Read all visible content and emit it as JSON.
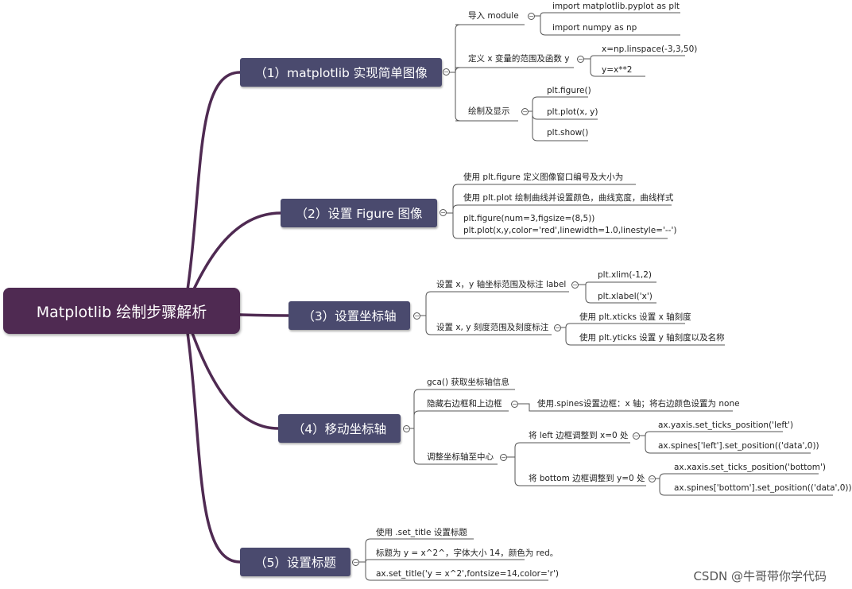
{
  "root": "Matplotlib 绘制步骤解析",
  "branches": [
    {
      "label": "（1）matplotlib 实现简单图像",
      "items": [
        {
          "label": "导入 module",
          "children": [
            "import matplotlib.pyplot as plt",
            "import numpy as np"
          ]
        },
        {
          "label": "定义 x 变量的范围及函数 y",
          "children": [
            "x=np.linspace(-3,3,50)",
            "y=x**2"
          ]
        },
        {
          "label": "绘制及显示",
          "children": [
            "plt.figure()",
            "plt.plot(x, y)",
            "plt.show()"
          ]
        }
      ]
    },
    {
      "label": "（2）设置 Figure 图像",
      "items": [
        {
          "label": "使用 plt.figure 定义图像窗口编号及大小为"
        },
        {
          "label": "使用 plt.plot 绘制曲线并设置颜色，曲线宽度，曲线样式"
        },
        {
          "label": "plt.figure(num=3,figsize=(8,5))"
        },
        {
          "label": "plt.plot(x,y,color='red',linewidth=1.0,linestyle='--')"
        }
      ]
    },
    {
      "label": "（3）设置坐标轴",
      "items": [
        {
          "label": "设置 x，y 轴坐标范围及标注 label",
          "children": [
            "plt.xlim(-1,2)",
            "plt.xlabel('x')"
          ]
        },
        {
          "label": "设置 x, y 刻度范围及刻度标注",
          "children": [
            "使用 plt.xticks 设置 x 轴刻度",
            "使用 plt.yticks 设置 y 轴刻度以及名称"
          ]
        }
      ]
    },
    {
      "label": "（4）移动坐标轴",
      "items": [
        {
          "label": "gca() 获取坐标轴信息"
        },
        {
          "label": "隐藏右边框和上边框",
          "children": [
            "使用.spines设置边框：x 轴；将右边颜色设置为 none"
          ]
        },
        {
          "label": "调整坐标轴至中心",
          "sub": [
            {
              "label": "将 left 边框调整到 x=0 处",
              "children": [
                "ax.yaxis.set_ticks_position('left')",
                "ax.spines['left'].set_position(('data',0))"
              ]
            },
            {
              "label": "将 bottom 边框调整到 y=0 处",
              "children": [
                "ax.xaxis.set_ticks_position('bottom')",
                "ax.spines['bottom'].set_position(('data',0))"
              ]
            }
          ]
        }
      ]
    },
    {
      "label": "（5）设置标题",
      "items": [
        {
          "label": "使用 .set_title 设置标题"
        },
        {
          "label": "标题为 y = x^2^，字体大小 14，颜色为 red。"
        },
        {
          "label": "ax.set_title('y = x^2',fontsize=14,color='r')"
        }
      ]
    }
  ],
  "watermark": "CSDN @牛哥带你学代码",
  "colors": {
    "root": "#4f2a52",
    "branch": "#4a4a6e",
    "curve": "#4f2a52",
    "line": "#555555"
  }
}
